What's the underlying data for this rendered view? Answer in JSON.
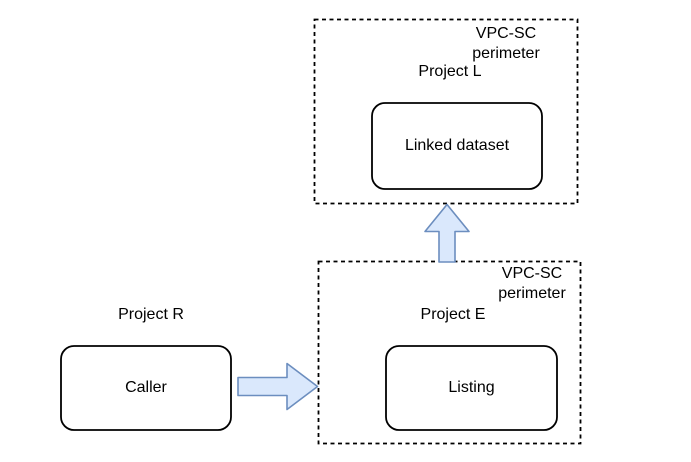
{
  "colors": {
    "background": "#ffffff",
    "line": "#000000",
    "node_fill": "#ffffff",
    "arrow_fill": "#dae8fc",
    "arrow_stroke": "#6c8ebf",
    "text": "#000000"
  },
  "top_perimeter": {
    "perimeter_label_line1": "VPC-SC",
    "perimeter_label_line2": "perimeter",
    "project_label": "Project L",
    "node_label": "Linked dataset"
  },
  "bottom_perimeter": {
    "perimeter_label_line1": "VPC-SC",
    "perimeter_label_line2": "perimeter",
    "project_label": "Project E",
    "node_label": "Listing"
  },
  "external": {
    "project_label": "Project R",
    "node_label": "Caller"
  }
}
